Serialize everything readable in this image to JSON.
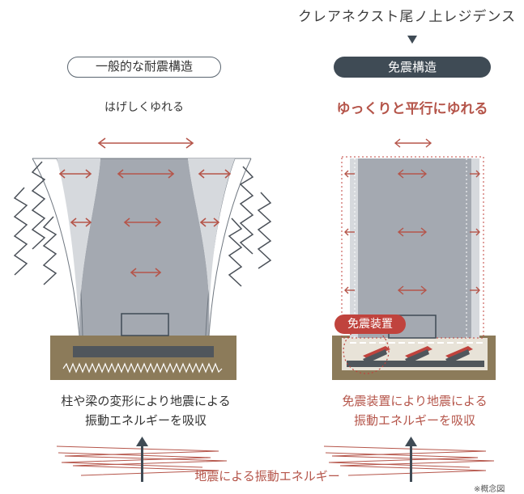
{
  "building_title": "クレアネクスト尾ノ上レジデンス",
  "left": {
    "label": "一般的な耐震構造",
    "subtitle": "はげしくゆれる",
    "description_line1": "柱や梁の変形により地震による",
    "description_line2": "振動エネルギーを吸収"
  },
  "right": {
    "label": "免震構造",
    "subtitle": "ゆっくりと平行にゆれる",
    "device_label": "免震装置",
    "description_line1": "免震装置により地震による",
    "description_line2": "振動エネルギーを吸収"
  },
  "energy_label": "地震による振動エネルギー",
  "note": "※概念図",
  "colors": {
    "arrow": "#b5554a",
    "building": "#a4a9b1",
    "ground": "#8c7b5a",
    "dark": "#3f4b55",
    "accent": "#c0433d"
  },
  "icons": [
    "down-triangle-icon",
    "double-arrow-icon",
    "zigzag-icon",
    "up-arrow-icon"
  ]
}
